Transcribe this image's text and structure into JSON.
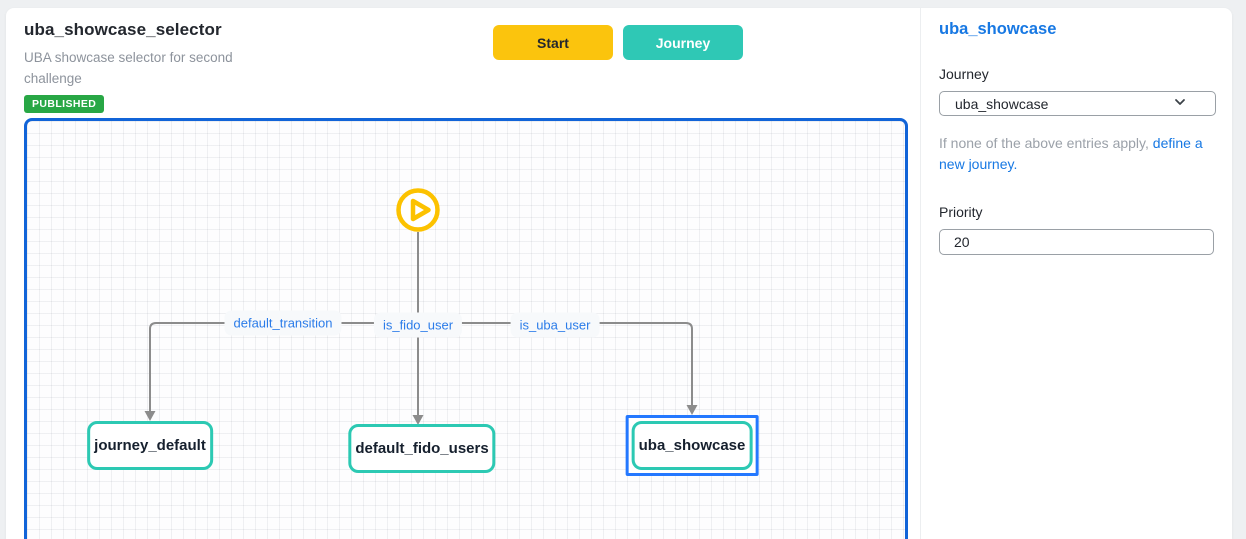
{
  "header": {
    "title": "uba_showcase_selector",
    "subtitle": "UBA showcase selector for second challenge",
    "status_badge": "PUBLISHED"
  },
  "toolbar": {
    "start_label": "Start",
    "journey_label": "Journey"
  },
  "flow": {
    "start_icon": "play-icon",
    "edges": [
      {
        "label": "default_transition"
      },
      {
        "label": "is_fido_user"
      },
      {
        "label": "is_uba_user"
      }
    ],
    "nodes": [
      {
        "label": "journey_default",
        "selected": false
      },
      {
        "label": "default_fido_users",
        "selected": false
      },
      {
        "label": "uba_showcase",
        "selected": true
      }
    ]
  },
  "panel": {
    "title": "uba_showcase",
    "journey_label": "Journey",
    "journey_selected_option": "uba_showcase",
    "help_text": "If none of the above entries apply, ",
    "help_link": "define a new journey.",
    "priority_label": "Priority",
    "priority_value": "20"
  },
  "colors": {
    "accent_yellow": "#fbc40d",
    "accent_teal": "#2fc8b5",
    "badge_green": "#28a745",
    "link_blue": "#1778e3",
    "canvas_border_blue": "#1164d8",
    "node_border_teal": "#2cc9b3",
    "selection_blue": "#2478ff",
    "edge_label_blue": "#2b7ce9",
    "connector_gray": "#8c8c8c"
  }
}
